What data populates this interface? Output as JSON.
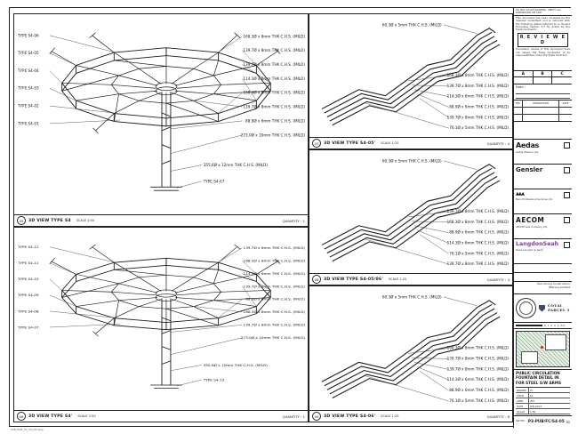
{
  "sheet": {
    "plot_stamp": "P3B_PUB_FC_S4_05.dwg"
  },
  "panels": {
    "big1": {
      "badge": "05",
      "title": "3D VIEW TYPE S4",
      "scale": "SCALE 1:50",
      "quantity": "QUANTITY : 1",
      "left_labels": [
        "TYPE S4-06",
        "TYPE S4-05",
        "TYPE S4-04",
        "TYPE S4-03",
        "TYPE S4-02",
        "TYPE S4-01"
      ],
      "right_labels": [
        "168.3Ø x 8mm THK C.H.S. (MILD)",
        "139.7Ø x 8mm THK C.H.S. (MILD)",
        "139.7Ø x 8mm THK C.H.S. (MILD)",
        "114.3Ø x 6mm THK C.H.S. (MILD)",
        "168.3Ø x 8mm THK C.H.S. (MILD)",
        "139.7Ø x 8mm THK C.H.S. (MILD)",
        "88.9Ø x 6mm THK C.H.S. (MILD)",
        "273.0Ø x 10mm THK C.H.S. (MILD)"
      ],
      "bottom_labels": [
        "355.6Ø x 12mm THK C.H.S. (MILD)",
        "TYPE S4-07"
      ]
    },
    "big2": {
      "badge": "06",
      "title": "3D VIEW TYPE S4'",
      "scale": "SCALE 1:50",
      "quantity": "QUANTITY : 1",
      "left_labels": [
        "TYPE S4-12",
        "TYPE S4-11",
        "TYPE S4-10",
        "TYPE S4-09",
        "TYPE S4-08",
        "TYPE S4-07"
      ],
      "right_labels": [
        "139.7Ø x 8mm THK C.H.S. (MILD)",
        "168.3Ø x 8mm THK C.H.S. (MILD)",
        "114.3Ø x 6mm THK C.H.S. (MILD)",
        "139.7Ø x 8mm THK C.H.S. (MILD)",
        "88.9Ø x 6mm THK C.H.S. (MILD)",
        "168.3Ø x 8mm THK C.H.S. (MILD)",
        "139.7Ø x 8mm THK C.H.S. (MILD)",
        "273.0Ø x 10mm THK C.H.S. (MILD)"
      ],
      "bottom_labels": [
        "355.6Ø x 12mm THK C.H.S. (MILD)",
        "TYPE S4-13"
      ]
    },
    "pipe1": {
      "badge": "07",
      "title": "3D VIEW TYPE S4-05'",
      "scale": "SCALE 1:25",
      "quantity": "QUANTITY : 4",
      "top_label": "60.3Ø x 5mm THK C.H.S. (MILD)",
      "right_labels": [
        "168.3Ø x 8mm THK C.H.S. (MILD)",
        "139.7Ø x 8mm THK C.H.S. (MILD)",
        "114.3Ø x 6mm THK C.H.S. (MILD)",
        "88.9Ø x 6mm THK C.H.S. (MILD)",
        "139.7Ø x 8mm THK C.H.S. (MILD)",
        "76.1Ø x 5mm THK C.H.S. (MILD)"
      ]
    },
    "pipe2": {
      "badge": "08",
      "title": "3D VIEW TYPE S4-05/06'",
      "scale": "SCALE 1:25",
      "quantity": "QUANTITY : 4",
      "top_label": "60.3Ø x 5mm THK C.H.S. (MILD)",
      "right_labels": [
        "139.7Ø x 8mm THK C.H.S. (MILD)",
        "168.3Ø x 8mm THK C.H.S. (MILD)",
        "88.9Ø x 6mm THK C.H.S. (MILD)",
        "114.3Ø x 6mm THK C.H.S. (MILD)",
        "76.1Ø x 5mm THK C.H.S. (MILD)",
        "139.7Ø x 8mm THK C.H.S. (MILD)"
      ]
    },
    "pipe3": {
      "badge": "09",
      "title": "3D VIEW TYPE S4-06'",
      "scale": "SCALE 1:25",
      "quantity": "QUANTITY : 8",
      "top_label": "60.3Ø x 5mm THK C.H.S. (MILD)",
      "right_labels": [
        "168.3Ø x 8mm THK C.H.S. (MILD)",
        "139.7Ø x 8mm THK C.H.S. (MILD)",
        "139.7Ø x 8mm THK C.H.S. (MILD)",
        "114.3Ø x 6mm THK C.H.S. (MILD)",
        "88.9Ø x 6mm THK C.H.S. (MILD)",
        "76.1Ø x 5mm THK C.H.S. (MILD)"
      ]
    }
  },
  "titleblock": {
    "top_note": "DO NOT SCALE DRAWING. VERIFY ALL DIMENSIONS ON SITE.",
    "reviewed": {
      "intro": "This document has been reviewed by the relevant Consultant and is returned with the following status referred to in Project Procedure Section 5.4 for action by the Trade Contractor.",
      "stamp": "R E V I E W E D",
      "footnote": "Consultant review of this document does not relieve the Trade Contractor of its responsibilities under the Trade Contract."
    },
    "abc": [
      "A",
      "B",
      "C"
    ],
    "date_label": "Date :",
    "rev_header": [
      "REV",
      "DESCRIPTION",
      "DATE"
    ],
    "firms": [
      {
        "mark": "Aedas",
        "sub": "Aedas (Macau) Ltd."
      },
      {
        "mark": "Gensler",
        "sub": ""
      },
      {
        "mark": "▲▲▲",
        "sub": "Beca Professional Services Ltd."
      },
      {
        "mark": "AECOM",
        "sub": "AECOM Asia Company Ltd."
      },
      {
        "mark": "LangdonSeah",
        "sub": "Davis Langdon & Seah"
      }
    ],
    "contractor_line1": "Hsin Chong Construction",
    "contractor_line2": "(Macau) Limited",
    "seal_line1": "COTAI",
    "seal_line2": "PARCEL 3",
    "scalebar_text": "0 1 2 3 4 5m",
    "title_lines": [
      "PUBLIC CIRCULATION",
      "FOUNTAIN DETAIL IN",
      "FOR STEEL S/W ARMS"
    ],
    "fields": [
      {
        "label": "DRAWN",
        "value": "TC"
      },
      {
        "label": "CHKD",
        "value": "KL"
      },
      {
        "label": "APPD",
        "value": "WH"
      },
      {
        "label": "DATE",
        "value": "JUN 2013"
      },
      {
        "label": "SCALE",
        "value": "1:50"
      }
    ],
    "dwg_label": "AW NO. :",
    "dwg_no": "P3-PUB/FC/S4-05",
    "dwg_rev": "R0"
  }
}
